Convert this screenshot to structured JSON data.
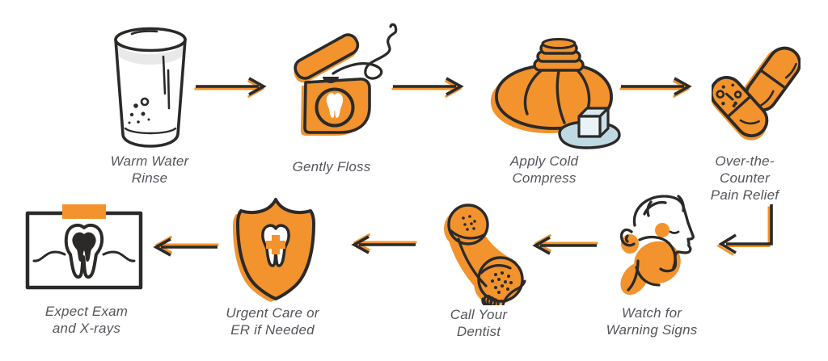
{
  "colors": {
    "accent": "#F2932D",
    "ink": "#2B2A28",
    "label": "#55565B",
    "blue": "#BFD9E2",
    "ice1": "#EAF2F5",
    "ice2": "#D9E8EE",
    "ice3": "#CCE0E8",
    "watergray": "#E9E9E9"
  },
  "steps": [
    {
      "order": 1,
      "label": "Warm Water\nRinse",
      "icon": "water-glass-icon"
    },
    {
      "order": 2,
      "label": "Gently Floss",
      "icon": "dental-floss-icon"
    },
    {
      "order": 3,
      "label": "Apply Cold\nCompress",
      "icon": "cold-compress-icon"
    },
    {
      "order": 4,
      "label": "Over-the-Counter\nPain Relief",
      "icon": "pills-icon"
    },
    {
      "order": 5,
      "label": "Watch for\nWarning Signs",
      "icon": "swollen-face-icon"
    },
    {
      "order": 6,
      "label": "Call Your\nDentist",
      "icon": "phone-handset-icon"
    },
    {
      "order": 7,
      "label": "Urgent Care or\nER if Needed",
      "icon": "shield-tooth-icon"
    },
    {
      "order": 8,
      "label": "Expect Exam\nand X-rays",
      "icon": "tooth-xray-icon"
    }
  ],
  "arrows": [
    {
      "from": 1,
      "to": 2,
      "shape": "right"
    },
    {
      "from": 2,
      "to": 3,
      "shape": "right"
    },
    {
      "from": 3,
      "to": 4,
      "shape": "right"
    },
    {
      "from": 4,
      "to": 5,
      "shape": "down-then-left"
    },
    {
      "from": 5,
      "to": 6,
      "shape": "left"
    },
    {
      "from": 6,
      "to": 7,
      "shape": "left"
    },
    {
      "from": 7,
      "to": 8,
      "shape": "left"
    }
  ]
}
